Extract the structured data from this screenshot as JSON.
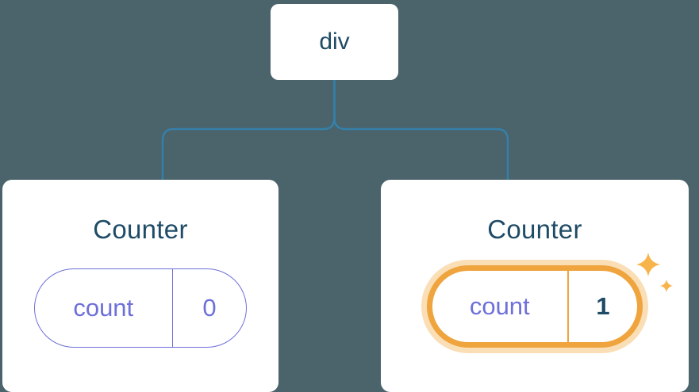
{
  "colors": {
    "bg": "#4b636b",
    "card": "#ffffff",
    "line": "#3580aa",
    "ink": "#1e4b66",
    "indigo": "#6e70d9",
    "orange": "#efa43e",
    "glow": "rgba(247,205,143,0.65)",
    "sparkle": "#f6b44b"
  },
  "tree": {
    "root": {
      "label": "div"
    },
    "children": [
      {
        "title": "Counter",
        "state": {
          "key": "count",
          "value": "0"
        },
        "highlighted": false
      },
      {
        "title": "Counter",
        "state": {
          "key": "count",
          "value": "1"
        },
        "highlighted": true
      }
    ]
  },
  "icons": {
    "sparkle": "four-pointed-star"
  }
}
